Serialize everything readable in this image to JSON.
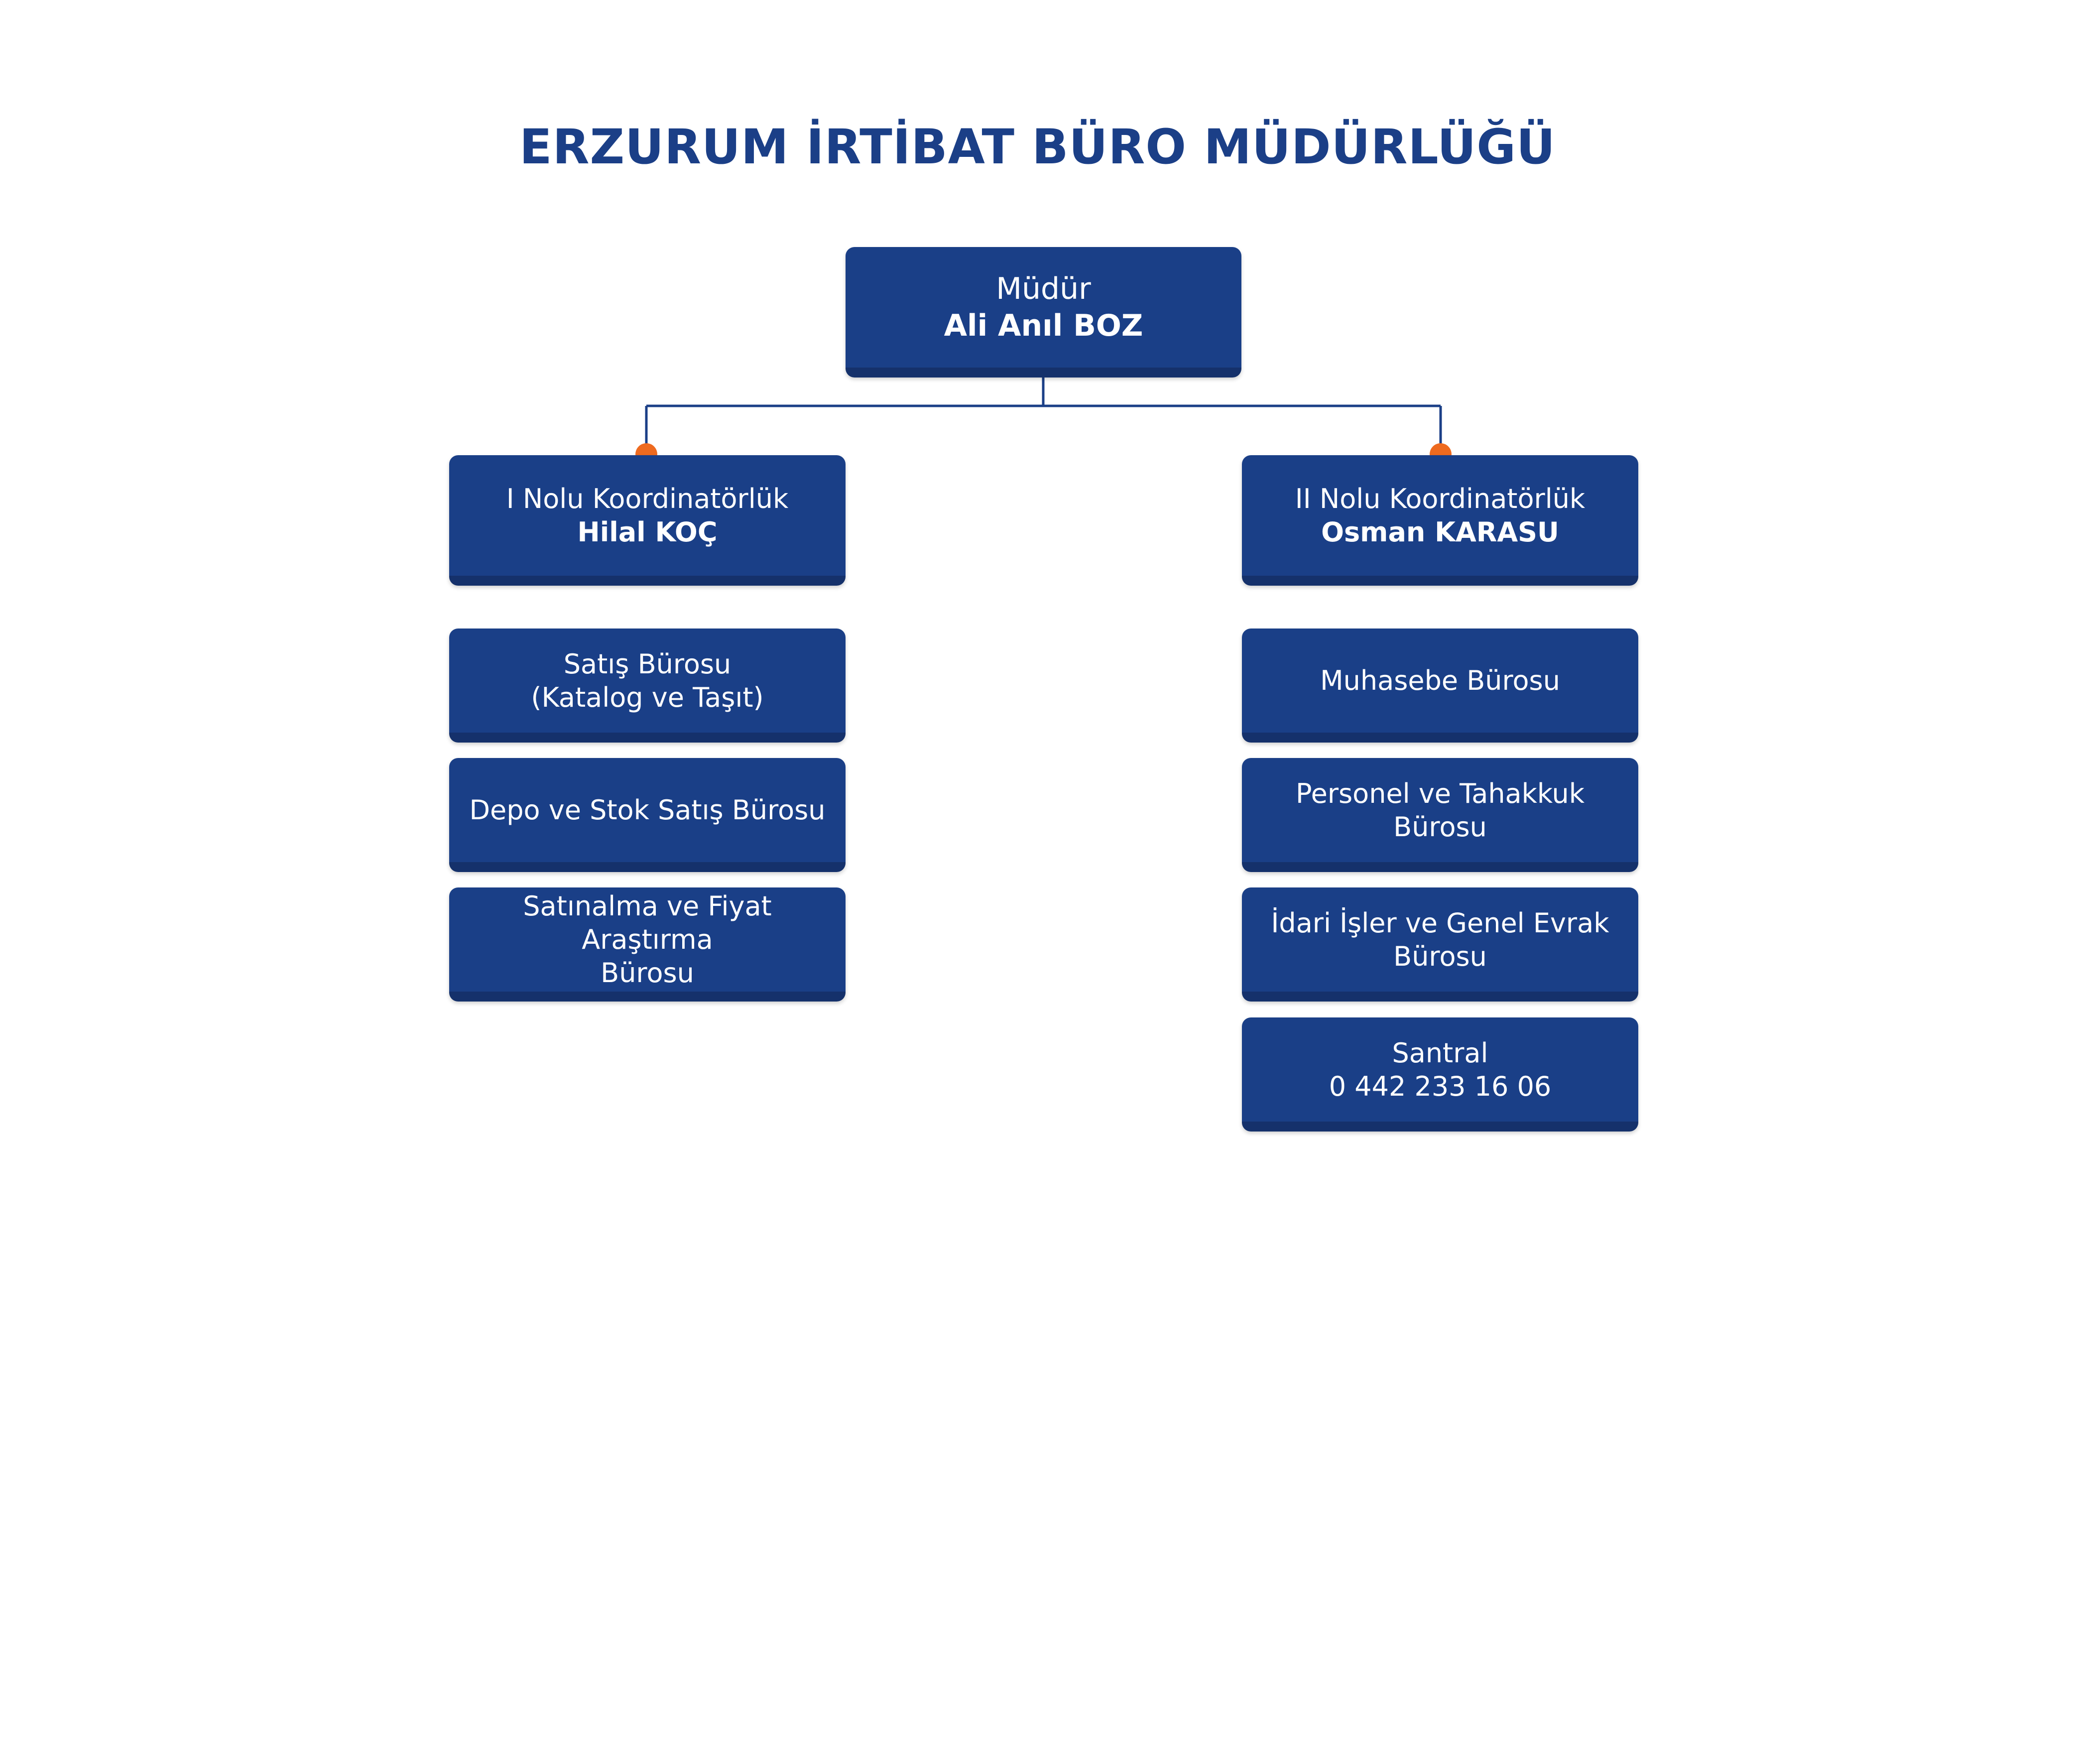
{
  "title": "ERZURUM İRTİBAT BÜRO MÜDÜRLÜĞÜ",
  "colors": {
    "box_fill": "#1a3f87",
    "box_shadow": "#15316b",
    "connector": "#1b3f87",
    "connector_dot": "#ee6a1f",
    "title": "#1b3f87"
  },
  "director": {
    "role": "Müdür",
    "name": "Ali Anıl BOZ"
  },
  "coordinators": [
    {
      "role": "I Nolu Koordinatörlük",
      "name": "Hilal KOÇ"
    },
    {
      "role": "II Nolu Koordinatörlük",
      "name": "Osman KARASU"
    }
  ],
  "left_units": [
    {
      "line1": "Satış Bürosu",
      "line2": "(Katalog ve Taşıt)"
    },
    {
      "line1": "Depo ve Stok Satış Bürosu",
      "line2": ""
    },
    {
      "line1": "Satınalma ve Fiyat Araştırma",
      "line2": "Bürosu"
    }
  ],
  "right_units": [
    {
      "line1": "Muhasebe Bürosu",
      "line2": ""
    },
    {
      "line1": "Personel ve Tahakkuk",
      "line2": "Bürosu"
    },
    {
      "line1": "İdari İşler ve Genel Evrak",
      "line2": "Bürosu"
    },
    {
      "line1": "Santral",
      "line2": "0 442 233 16 06"
    }
  ]
}
